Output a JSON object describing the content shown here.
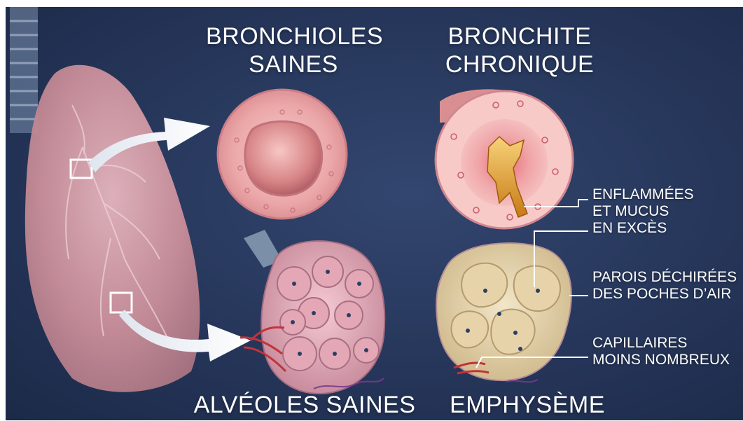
{
  "titles": {
    "healthy_bronchioles": [
      "BRONCHIOLES",
      "SAINES"
    ],
    "chronic_bronchitis": [
      "BRONCHITE",
      "CHRONIQUE"
    ],
    "healthy_alveoli": "ALVÉOLES SAINES",
    "emphysema": "EMPHYSÈME"
  },
  "labels": {
    "inflamed_mucus": [
      "ENFLAMMÉES",
      "ET MUCUS",
      "EN EXCÈS"
    ],
    "torn_walls": [
      "PAROIS DÉCHIRÉES",
      "DES POCHES D’AIR"
    ],
    "fewer_capillaries": [
      "CAPILLAIRES",
      "MOINS NOMBREUX"
    ]
  },
  "colors": {
    "background": "#26365a",
    "text": "#ffffff",
    "lung": "#c98e99",
    "bronchiole_tissue": "#e9a9a9",
    "mucus": "#e0a030",
    "emphysema_tissue": "#e8d7b4"
  }
}
